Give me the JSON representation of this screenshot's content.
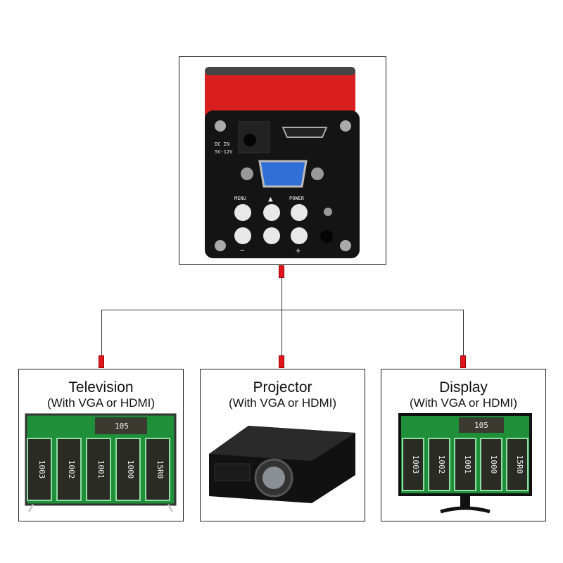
{
  "camera": {
    "labels": {
      "dc_in": "DC IN",
      "voltage": "5V-12V",
      "menu": "MENU",
      "up": "▲",
      "power": "POWER",
      "minus": "−",
      "plus": "+"
    },
    "colors": {
      "body": "#d81e1e",
      "panel": "#141414",
      "vga": "#2f6fd6"
    }
  },
  "outputs": [
    {
      "title": "Television",
      "subtitle": "(With VGA or HDMI)"
    },
    {
      "title": "Projector",
      "subtitle": "(With VGA or HDMI)"
    },
    {
      "title": "Display",
      "subtitle": "(With VGA or HDMI)"
    }
  ],
  "pcb_labels": {
    "top": "105",
    "resistors": [
      "1003",
      "1002",
      "1001",
      "1000",
      "15R0"
    ]
  },
  "colors": {
    "connector": "#e0141a",
    "line": "#333333",
    "pcb": "#1f8f3a"
  }
}
